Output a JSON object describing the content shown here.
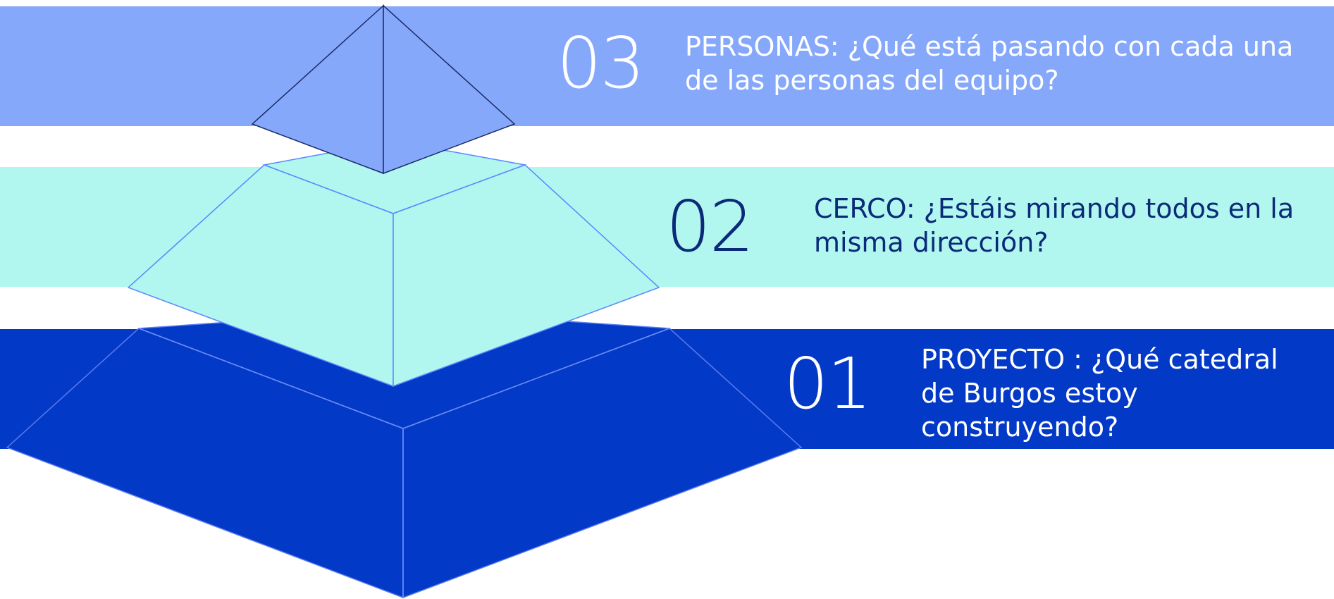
{
  "colors": {
    "level_3": "#86a8fb",
    "level_2": "#b1f6ef",
    "level_1": "#0339c7",
    "text_light": "#ffffff",
    "text_dark": "#0b2a78"
  },
  "levels": [
    {
      "number": "03",
      "text": "PERSONAS: ¿Qué está pasando con cada una de las personas del equipo?"
    },
    {
      "number": "02",
      "text": "CERCO: ¿Estáis mirando todos en la misma dirección?"
    },
    {
      "number": "01",
      "text": "PROYECTO : ¿Qué catedral de Burgos estoy construyendo?"
    }
  ]
}
